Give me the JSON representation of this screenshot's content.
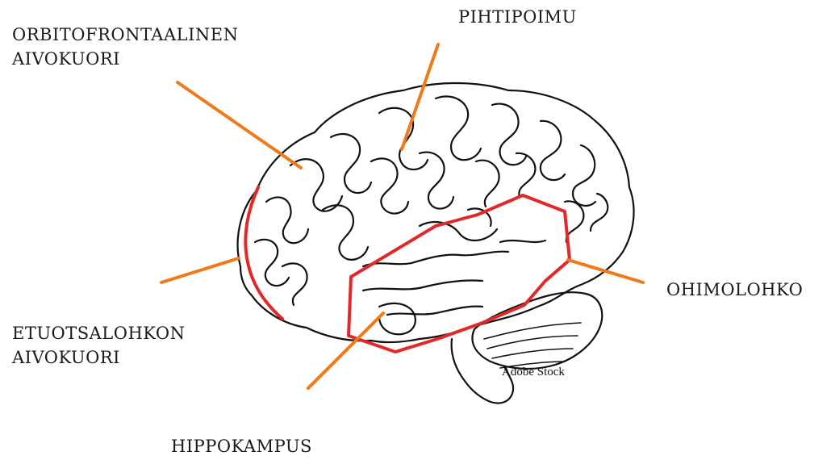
{
  "labels": {
    "orbitofrontal": [
      "ORBITOFRONTAALINEN",
      "AIVOKUORI"
    ],
    "cingulate": "PIHTIPOIMU",
    "temporal": "OHIMOLOHKO",
    "prefrontal": [
      "ETUOTSALOHKON",
      "AIVOKUORI"
    ],
    "hippocampus": "HIPPOKAMPUS"
  },
  "watermark": "Adobe Stock",
  "colors": {
    "pointer": "#f07a1a",
    "outline": "#e22828",
    "ink": "#111111"
  }
}
